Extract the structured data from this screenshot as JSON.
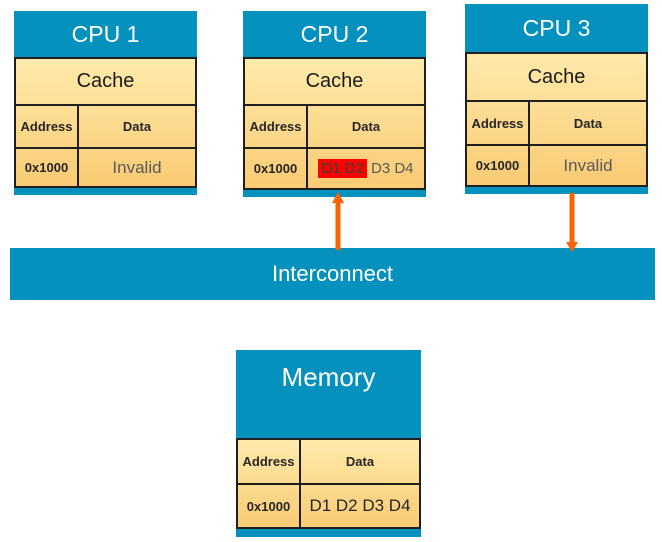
{
  "colors": {
    "box_blue": "#0591BD",
    "table_tan_top": "#FFEAAB",
    "table_tan_bottom": "#F9CB74",
    "arrow_orange": "#FA6400",
    "highlight_red": "#FF0000",
    "border_dark": "#1f1f1f"
  },
  "cpus": [
    {
      "title": "CPU 1",
      "cache_title": "Cache",
      "address_header": "Address",
      "data_header": "Data",
      "address_value": "0x1000",
      "data_value": "Invalid"
    },
    {
      "title": "CPU 2",
      "cache_title": "Cache",
      "address_header": "Address",
      "data_header": "Data",
      "address_value": "0x1000",
      "data_value_highlighted": "D1 D2",
      "data_value_rest": "D3 D4"
    },
    {
      "title": "CPU 3",
      "cache_title": "Cache",
      "address_header": "Address",
      "data_header": "Data",
      "address_value": "0x1000",
      "data_value": "Invalid"
    }
  ],
  "interconnect": {
    "label": "Interconnect"
  },
  "memory": {
    "title": "Memory",
    "address_header": "Address",
    "data_header": "Data",
    "address_value": "0x1000",
    "data_value": "D1 D2 D3 D4"
  }
}
